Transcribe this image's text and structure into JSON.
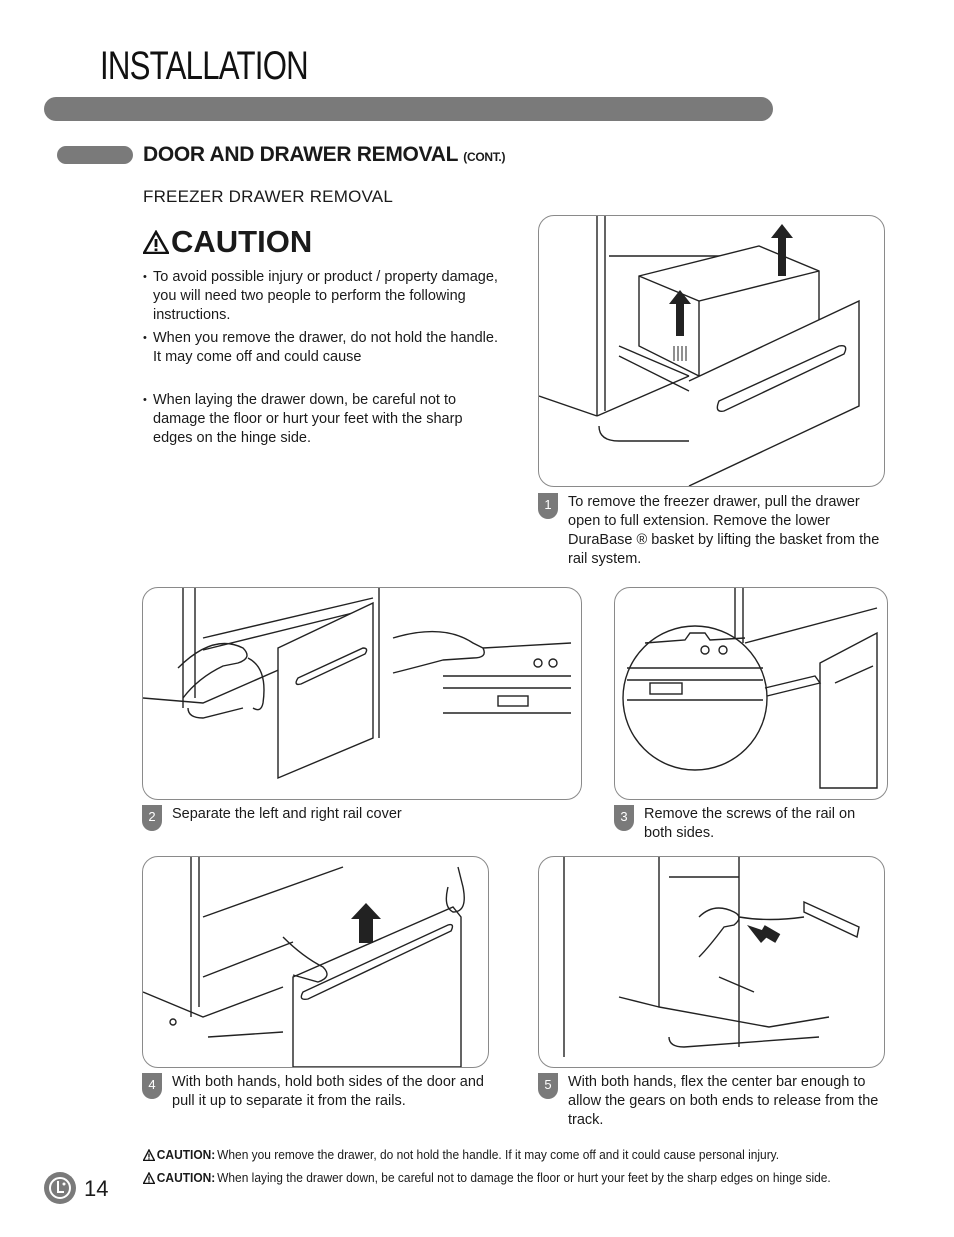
{
  "header": {
    "title": "INSTALLATION"
  },
  "section": {
    "title": "DOOR AND DRAWER REMOVAL",
    "cont": "(CONT.)",
    "subtitle": "FREEZER DRAWER REMOVAL"
  },
  "caution": {
    "heading": "CAUTION",
    "items": [
      "To avoid possible injury or product / property damage, you will need two people to perform the following instructions.",
      "When you remove the drawer, do not hold the handle. It may come off and could cause",
      "When laying the drawer down, be careful not to damage the floor or hurt your feet with the sharp edges on the hinge side."
    ]
  },
  "steps": [
    {
      "num": "1",
      "text": "To remove the freezer drawer, pull the drawer open to full extension. Remove the lower DuraBase ® basket by lifting the basket from the rail system."
    },
    {
      "num": "2",
      "text": "Separate the left and right rail cover"
    },
    {
      "num": "3",
      "text": "Remove the screws of the rail on both sides."
    },
    {
      "num": "4",
      "text": "With both hands, hold both sides of the door and pull it up to separate it from the rails."
    },
    {
      "num": "5",
      "text": "With both hands, flex the center bar enough to allow the gears on both ends to release from the track."
    }
  ],
  "footer": {
    "caution1_label": "CAUTION:",
    "caution1_text": "When you remove the drawer, do not hold the handle. If it may come off and it could cause personal injury.",
    "caution2_label": "CAUTION:",
    "caution2_text": "When laying the drawer down, be careful not to damage the floor or hurt your feet by the sharp edges on hinge side.",
    "page_number": "14",
    "logo_text": "LG"
  }
}
